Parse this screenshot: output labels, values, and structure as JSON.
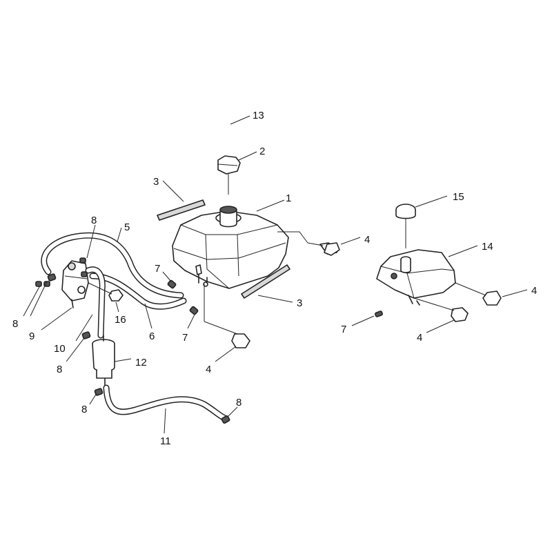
{
  "callouts": {
    "c13": "13",
    "c2": "2",
    "c3a": "3",
    "c1": "1",
    "c15": "15",
    "c8a": "8",
    "c5": "5",
    "c4a": "4",
    "c14": "14",
    "c7a": "7",
    "c3b": "3",
    "c4b": "4",
    "c8b": "8",
    "c16": "16",
    "c6": "6",
    "c7b": "7",
    "c9": "9",
    "c10": "10",
    "c7c": "7",
    "c4c": "4",
    "c8c": "8",
    "c12": "12",
    "c4d": "4",
    "c8d": "8",
    "c8e": "8",
    "c11": "11"
  }
}
